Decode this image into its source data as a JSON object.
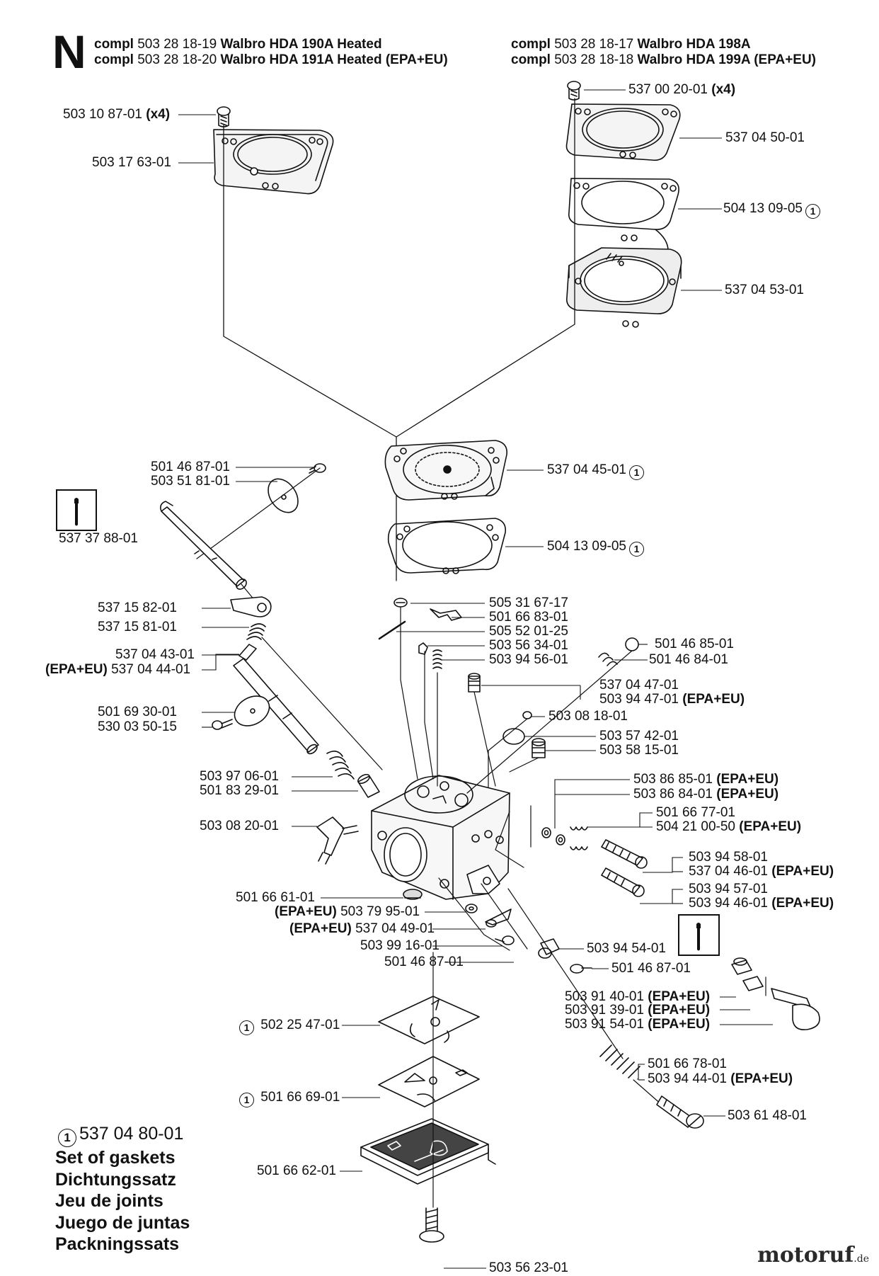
{
  "section_letter": "N",
  "header": {
    "left": [
      {
        "prefix": "compl",
        "number": "503 28 18-19",
        "title": "Walbro HDA 190A Heated"
      },
      {
        "prefix": "compl",
        "number": "503 28 18-20",
        "title": "Walbro HDA 191A Heated (EPA+EU)"
      }
    ],
    "right": [
      {
        "prefix": "compl",
        "number": "503 28 18-17",
        "title": "Walbro HDA 198A"
      },
      {
        "prefix": "compl",
        "number": "503 28 18-18",
        "title": "Walbro HDA 199A (EPA+EU)"
      }
    ]
  },
  "parts": [
    {
      "id": "p01",
      "pre": "",
      "num": "503 10 87-01",
      "suf": "(x4)",
      "mark": ""
    },
    {
      "id": "p02",
      "pre": "",
      "num": "503 17 63-01",
      "suf": "",
      "mark": ""
    },
    {
      "id": "p03",
      "pre": "",
      "num": "537 00 20-01",
      "suf": "(x4)",
      "mark": ""
    },
    {
      "id": "p04",
      "pre": "",
      "num": "537 04 50-01",
      "suf": "",
      "mark": ""
    },
    {
      "id": "p05",
      "pre": "",
      "num": "504 13 09-05",
      "suf": "",
      "mark": "1"
    },
    {
      "id": "p06",
      "pre": "",
      "num": "537 04 53-01",
      "suf": "",
      "mark": ""
    },
    {
      "id": "p07",
      "pre": "",
      "num": "537 04 45-01",
      "suf": "",
      "mark": "1"
    },
    {
      "id": "p08",
      "pre": "",
      "num": "504 13 09-05",
      "suf": "",
      "mark": "1"
    },
    {
      "id": "p09",
      "pre": "",
      "num": "501 46 87-01",
      "suf": "",
      "mark": ""
    },
    {
      "id": "p10",
      "pre": "",
      "num": "503 51 81-01",
      "suf": "",
      "mark": ""
    },
    {
      "id": "p11",
      "pre": "",
      "num": "537 37 88-01",
      "suf": "",
      "mark": ""
    },
    {
      "id": "p12",
      "pre": "",
      "num": "537 15 82-01",
      "suf": "",
      "mark": ""
    },
    {
      "id": "p13",
      "pre": "",
      "num": "537 15 81-01",
      "suf": "",
      "mark": ""
    },
    {
      "id": "p14",
      "pre": "",
      "num": "537 04 43-01",
      "suf": "",
      "mark": ""
    },
    {
      "id": "p15",
      "pre": "(EPA+EU)",
      "num": "537 04 44-01",
      "suf": "",
      "mark": ""
    },
    {
      "id": "p16",
      "pre": "",
      "num": "501 69 30-01",
      "suf": "",
      "mark": ""
    },
    {
      "id": "p17",
      "pre": "",
      "num": "530 03 50-15",
      "suf": "",
      "mark": ""
    },
    {
      "id": "p18",
      "pre": "",
      "num": "503 97 06-01",
      "suf": "",
      "mark": ""
    },
    {
      "id": "p19",
      "pre": "",
      "num": "501 83 29-01",
      "suf": "",
      "mark": ""
    },
    {
      "id": "p20",
      "pre": "",
      "num": "503 08 20-01",
      "suf": "",
      "mark": ""
    },
    {
      "id": "p21",
      "pre": "",
      "num": "505 31 67-17",
      "suf": "",
      "mark": ""
    },
    {
      "id": "p22",
      "pre": "",
      "num": "501 66 83-01",
      "suf": "",
      "mark": ""
    },
    {
      "id": "p23",
      "pre": "",
      "num": "505 52 01-25",
      "suf": "",
      "mark": ""
    },
    {
      "id": "p24",
      "pre": "",
      "num": "503 56 34-01",
      "suf": "",
      "mark": ""
    },
    {
      "id": "p25",
      "pre": "",
      "num": "503 94 56-01",
      "suf": "",
      "mark": ""
    },
    {
      "id": "p26",
      "pre": "",
      "num": "501 46 85-01",
      "suf": "",
      "mark": ""
    },
    {
      "id": "p27",
      "pre": "",
      "num": "501 46 84-01",
      "suf": "",
      "mark": ""
    },
    {
      "id": "p28",
      "pre": "",
      "num": "537 04 47-01",
      "suf": "",
      "mark": ""
    },
    {
      "id": "p29",
      "pre": "",
      "num": "503 94 47-01",
      "suf": "(EPA+EU)",
      "mark": ""
    },
    {
      "id": "p30",
      "pre": "",
      "num": "503 08 18-01",
      "suf": "",
      "mark": ""
    },
    {
      "id": "p31",
      "pre": "",
      "num": "503 57 42-01",
      "suf": "",
      "mark": ""
    },
    {
      "id": "p32",
      "pre": "",
      "num": "503 58 15-01",
      "suf": "",
      "mark": ""
    },
    {
      "id": "p33",
      "pre": "",
      "num": "503 86 85-01",
      "suf": "(EPA+EU)",
      "mark": ""
    },
    {
      "id": "p34",
      "pre": "",
      "num": "503 86 84-01",
      "suf": "(EPA+EU)",
      "mark": ""
    },
    {
      "id": "p35",
      "pre": "",
      "num": "501 66 77-01",
      "suf": "",
      "mark": ""
    },
    {
      "id": "p36",
      "pre": "",
      "num": "504 21 00-50",
      "suf": "(EPA+EU)",
      "mark": ""
    },
    {
      "id": "p37",
      "pre": "",
      "num": "503 94 58-01",
      "suf": "",
      "mark": ""
    },
    {
      "id": "p38",
      "pre": "",
      "num": "537 04 46-01",
      "suf": "(EPA+EU)",
      "mark": ""
    },
    {
      "id": "p39",
      "pre": "",
      "num": "503 94 57-01",
      "suf": "",
      "mark": ""
    },
    {
      "id": "p40",
      "pre": "",
      "num": "503 94 46-01",
      "suf": "(EPA+EU)",
      "mark": ""
    },
    {
      "id": "p41",
      "pre": "",
      "num": "501 66 61-01",
      "suf": "",
      "mark": ""
    },
    {
      "id": "p42",
      "pre": "(EPA+EU)",
      "num": "503 79 95-01",
      "suf": "",
      "mark": ""
    },
    {
      "id": "p43",
      "pre": "(EPA+EU)",
      "num": "537 04 49-01",
      "suf": "",
      "mark": ""
    },
    {
      "id": "p44",
      "pre": "",
      "num": "503 99 16-01",
      "suf": "",
      "mark": ""
    },
    {
      "id": "p45",
      "pre": "",
      "num": "501 46 87-01",
      "suf": "",
      "mark": ""
    },
    {
      "id": "p46",
      "pre": "",
      "num": "503 94 54-01",
      "suf": "",
      "mark": ""
    },
    {
      "id": "p47",
      "pre": "",
      "num": "501 46 87-01",
      "suf": "",
      "mark": ""
    },
    {
      "id": "p48",
      "pre": "",
      "num": "503 91 40-01",
      "suf": "(EPA+EU)",
      "mark": ""
    },
    {
      "id": "p49",
      "pre": "",
      "num": "503 91 39-01",
      "suf": "(EPA+EU)",
      "mark": ""
    },
    {
      "id": "p50",
      "pre": "",
      "num": "503 91 54-01",
      "suf": "(EPA+EU)",
      "mark": ""
    },
    {
      "id": "p51",
      "pre": "1",
      "num": "502 25 47-01",
      "suf": "",
      "mark": ""
    },
    {
      "id": "p52",
      "pre": "",
      "num": "501 66 78-01",
      "suf": "",
      "mark": ""
    },
    {
      "id": "p53",
      "pre": "",
      "num": "503 94 44-01",
      "suf": "(EPA+EU)",
      "mark": ""
    },
    {
      "id": "p54",
      "pre": "1",
      "num": "501 66 69-01",
      "suf": "",
      "mark": ""
    },
    {
      "id": "p55",
      "pre": "",
      "num": "503 61 48-01",
      "suf": "",
      "mark": ""
    },
    {
      "id": "p56",
      "pre": "",
      "num": "501 66 62-01",
      "suf": "",
      "mark": ""
    },
    {
      "id": "p57",
      "pre": "",
      "num": "503 56 23-01",
      "suf": "",
      "mark": ""
    }
  ],
  "legend": {
    "mark": "1",
    "number": "537 04 80-01",
    "lines": [
      "Set of gaskets",
      "Dichtungssatz",
      "Jeu de joints",
      "Juego de juntas",
      "Packningssats"
    ]
  },
  "watermark": {
    "brand": "motoruf",
    "tld": ".de"
  }
}
